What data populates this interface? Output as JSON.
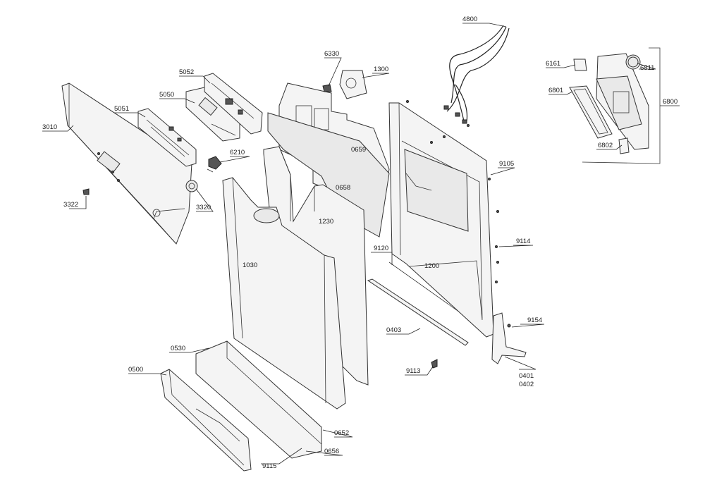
{
  "labels": {
    "p4800": "4800",
    "p6330": "6330",
    "p1300": "1300",
    "p5052": "5052",
    "p5050": "5050",
    "p5051": "5051",
    "p3010": "3010",
    "p6210": "6210",
    "p3322": "3322",
    "p3320": "3320",
    "p0659": "0659",
    "p0658": "0658",
    "p1230": "1230",
    "p1030": "1030",
    "p9105": "9105",
    "p9114": "9114",
    "p9120": "9120",
    "p1200": "1200",
    "p9154": "9154",
    "p0403": "0403",
    "p9113": "9113",
    "p0401": "0401",
    "p0402": "0402",
    "p0530": "0530",
    "p0500": "0500",
    "p0652": "0652",
    "p0656": "0656",
    "p9115": "9115",
    "p6161": "6161",
    "p6811": "6811",
    "p6801": "6801",
    "p6800": "6800",
    "p6802": "6802"
  }
}
